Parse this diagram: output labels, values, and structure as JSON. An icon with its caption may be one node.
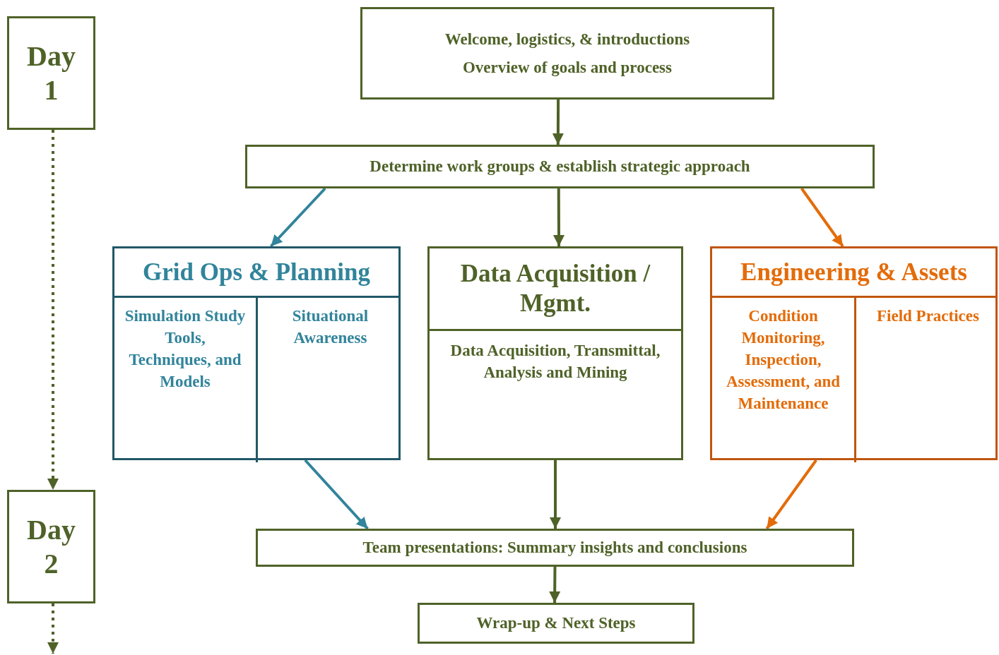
{
  "diagram": {
    "nodes": [
      {
        "text": [
          "Day 1"
        ]
      },
      {
        "text": [
          "Day 2"
        ]
      },
      {
        "text": [
          "Welcome, logistics, & introductions",
          "Overview of goals and process"
        ]
      },
      {
        "text": [
          "Determine work groups & establish strategic approach"
        ]
      },
      {
        "text": [
          "Grid Ops & Planning"
        ]
      },
      {
        "text": [
          "Simulation Study Tools, Techniques, and Models"
        ],
        "in": 4
      },
      {
        "text": [
          "Situational Awareness"
        ],
        "in": 4
      },
      {
        "text": [
          "Data Acquisition / Mgmt.",
          "Data Acquisition, Transmittal, Analysis and Mining"
        ]
      },
      {
        "text": [
          "Engineering & Assets"
        ]
      },
      {
        "text": [
          "Condition Monitoring, Inspection, Assessment, and Maintenance"
        ],
        "in": 8
      },
      {
        "text": [
          "Field Practices"
        ],
        "in": 8
      },
      {
        "text": [
          "Team presentations: Summary insights and conclusions"
        ]
      },
      {
        "text": [
          "Wrap-up & Next Steps"
        ]
      }
    ],
    "edges": [
      {
        "from": 0,
        "to": 1,
        "arrow": "to",
        "style": "dashed"
      },
      {
        "from": 1,
        "to": null,
        "arrow": "to",
        "style": "dashed"
      },
      {
        "from": 2,
        "to": 3,
        "arrow": "to"
      },
      {
        "from": 3,
        "to": 4,
        "arrow": "to",
        "color": "#31849b"
      },
      {
        "from": 3,
        "to": 7,
        "arrow": "to"
      },
      {
        "from": 3,
        "to": 8,
        "arrow": "to",
        "color": "#e36c0a"
      },
      {
        "from": 4,
        "to": 11,
        "arrow": "to",
        "color": "#31849b"
      },
      {
        "from": 7,
        "to": 11,
        "arrow": "to"
      },
      {
        "from": 8,
        "to": 11,
        "arrow": "to",
        "color": "#e36c0a"
      },
      {
        "from": 11,
        "to": 12,
        "arrow": "to"
      }
    ]
  }
}
